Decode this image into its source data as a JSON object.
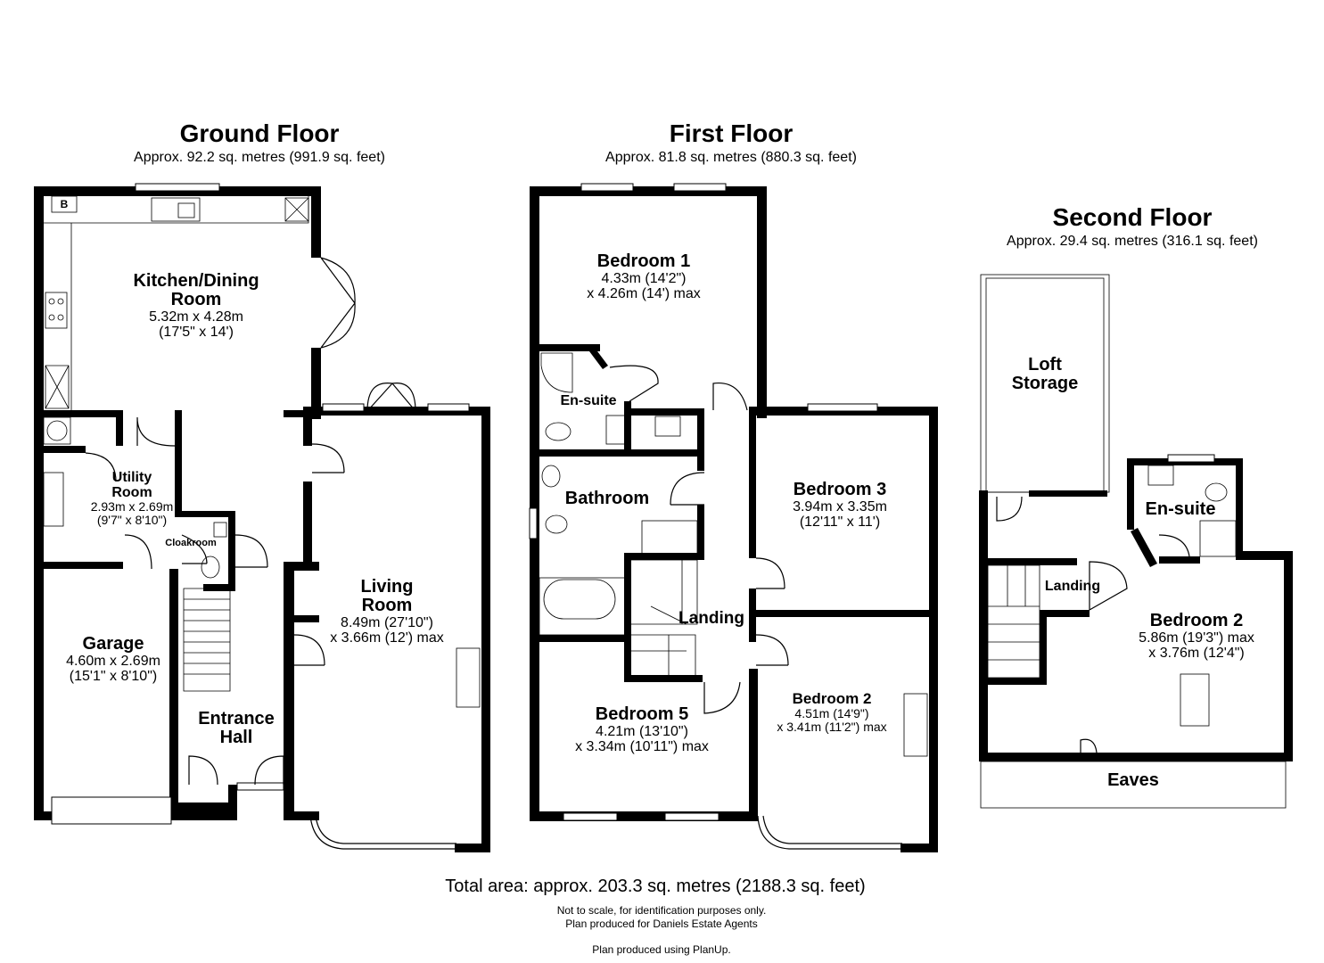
{
  "ground_floor": {
    "title": "Ground Floor",
    "area": "Approx. 92.2 sq. metres (991.9 sq. feet)",
    "rooms": {
      "kitchen": {
        "name_1": "Kitchen/Dining",
        "name_2": "Room",
        "dim_1": "5.32m x 4.28m",
        "dim_2": "(17'5\" x 14')"
      },
      "utility": {
        "name_1": "Utility",
        "name_2": "Room",
        "dim_1": "2.93m x 2.69m",
        "dim_2": "(9'7\" x 8'10\")"
      },
      "cloakroom": {
        "name": "Cloakroom"
      },
      "garage": {
        "name": "Garage",
        "dim_1": "4.60m x 2.69m",
        "dim_2": "(15'1\" x 8'10\")"
      },
      "entrance": {
        "name_1": "Entrance",
        "name_2": "Hall"
      },
      "living": {
        "name_1": "Living",
        "name_2": "Room",
        "dim_1": "8.49m (27'10\")",
        "dim_2": "x 3.66m (12') max"
      }
    },
    "boiler_label": "B"
  },
  "first_floor": {
    "title": "First Floor",
    "area": "Approx. 81.8 sq. metres (880.3 sq. feet)",
    "rooms": {
      "bedroom1": {
        "name": "Bedroom 1",
        "dim_1": "4.33m (14'2\")",
        "dim_2": "x 4.26m (14') max"
      },
      "ensuite": {
        "name": "En-suite"
      },
      "bathroom": {
        "name": "Bathroom"
      },
      "bedroom3": {
        "name": "Bedroom 3",
        "dim_1": "3.94m x 3.35m",
        "dim_2": "(12'11\" x 11')"
      },
      "landing": {
        "name": "Landing"
      },
      "bedroom5": {
        "name": "Bedroom 5",
        "dim_1": "4.21m (13'10\")",
        "dim_2": "x 3.34m (10'11\") max"
      },
      "bedroom2": {
        "name": "Bedroom 2",
        "dim_1": "4.51m (14'9\")",
        "dim_2": "x 3.41m (11'2\") max"
      }
    }
  },
  "second_floor": {
    "title": "Second Floor",
    "area": "Approx. 29.4 sq. metres (316.1 sq. feet)",
    "rooms": {
      "loft": {
        "name_1": "Loft",
        "name_2": "Storage"
      },
      "ensuite": {
        "name": "En-suite"
      },
      "landing": {
        "name": "Landing"
      },
      "bedroom2": {
        "name": "Bedroom 2",
        "dim_1": "5.86m (19'3\") max",
        "dim_2": "x 3.76m (12'4\")"
      },
      "eaves": {
        "name": "Eaves"
      }
    }
  },
  "footer": {
    "total": "Total area: approx. 203.3 sq. metres (2188.3 sq. feet)",
    "note_1": "Not to scale, for identification purposes only.",
    "note_2": "Plan produced for Daniels Estate Agents",
    "note_3": "Plan produced using PlanUp."
  }
}
